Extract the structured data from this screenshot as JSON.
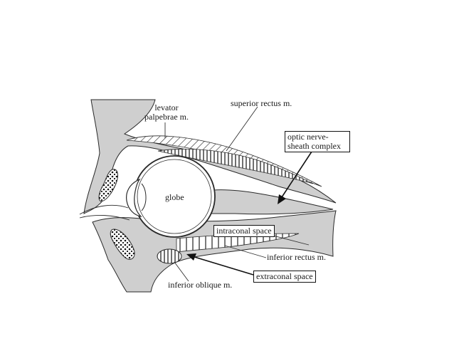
{
  "labels": {
    "levator": "levator",
    "palpebrae": "palpebrae m.",
    "superior_rectus": "superior rectus m.",
    "optic_nerve_line1": "optic nerve-",
    "optic_nerve_line2": "sheath complex",
    "globe": "globe",
    "intraconal_space": "intraconal space",
    "inferior_rectus": "inferior rectus m.",
    "extraconal_space": "extraconal space",
    "inferior_oblique": "inferior oblique m."
  },
  "colors": {
    "tissue_fill": "#cfcfcf",
    "outline": "#2a2a2a",
    "background": "#ffffff"
  }
}
